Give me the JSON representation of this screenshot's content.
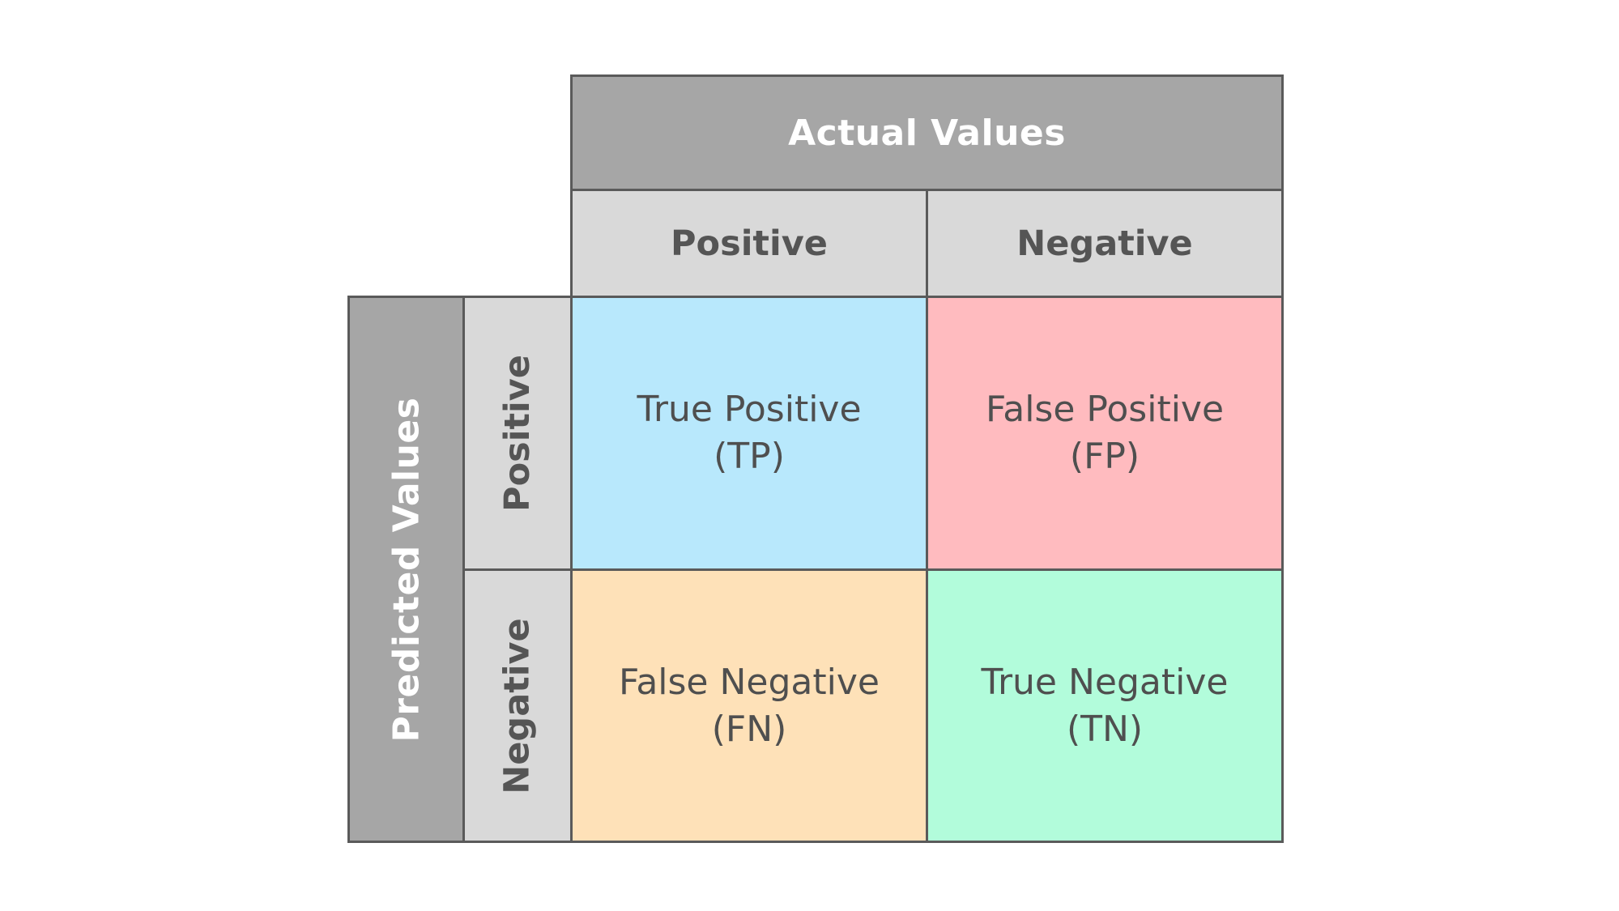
{
  "header": {
    "actual_title": "Actual Values",
    "actual_positive": "Positive",
    "actual_negative": "Negative"
  },
  "side": {
    "predicted_title": "Predicted Values",
    "predicted_positive": "Positive",
    "predicted_negative": "Negative"
  },
  "quadrants": {
    "tp": {
      "line1": "True Positive",
      "line2": "(TP)",
      "color": "#b8e8fc"
    },
    "fp": {
      "line1": "False Positive",
      "line2": "(FP)",
      "color": "#ffbbbf"
    },
    "fn": {
      "line1": "False Negative",
      "line2": "(FN)",
      "color": "#fee1b8"
    },
    "tn": {
      "line1": "True Negative",
      "line2": "(TN)",
      "color": "#b2fcdb"
    }
  }
}
